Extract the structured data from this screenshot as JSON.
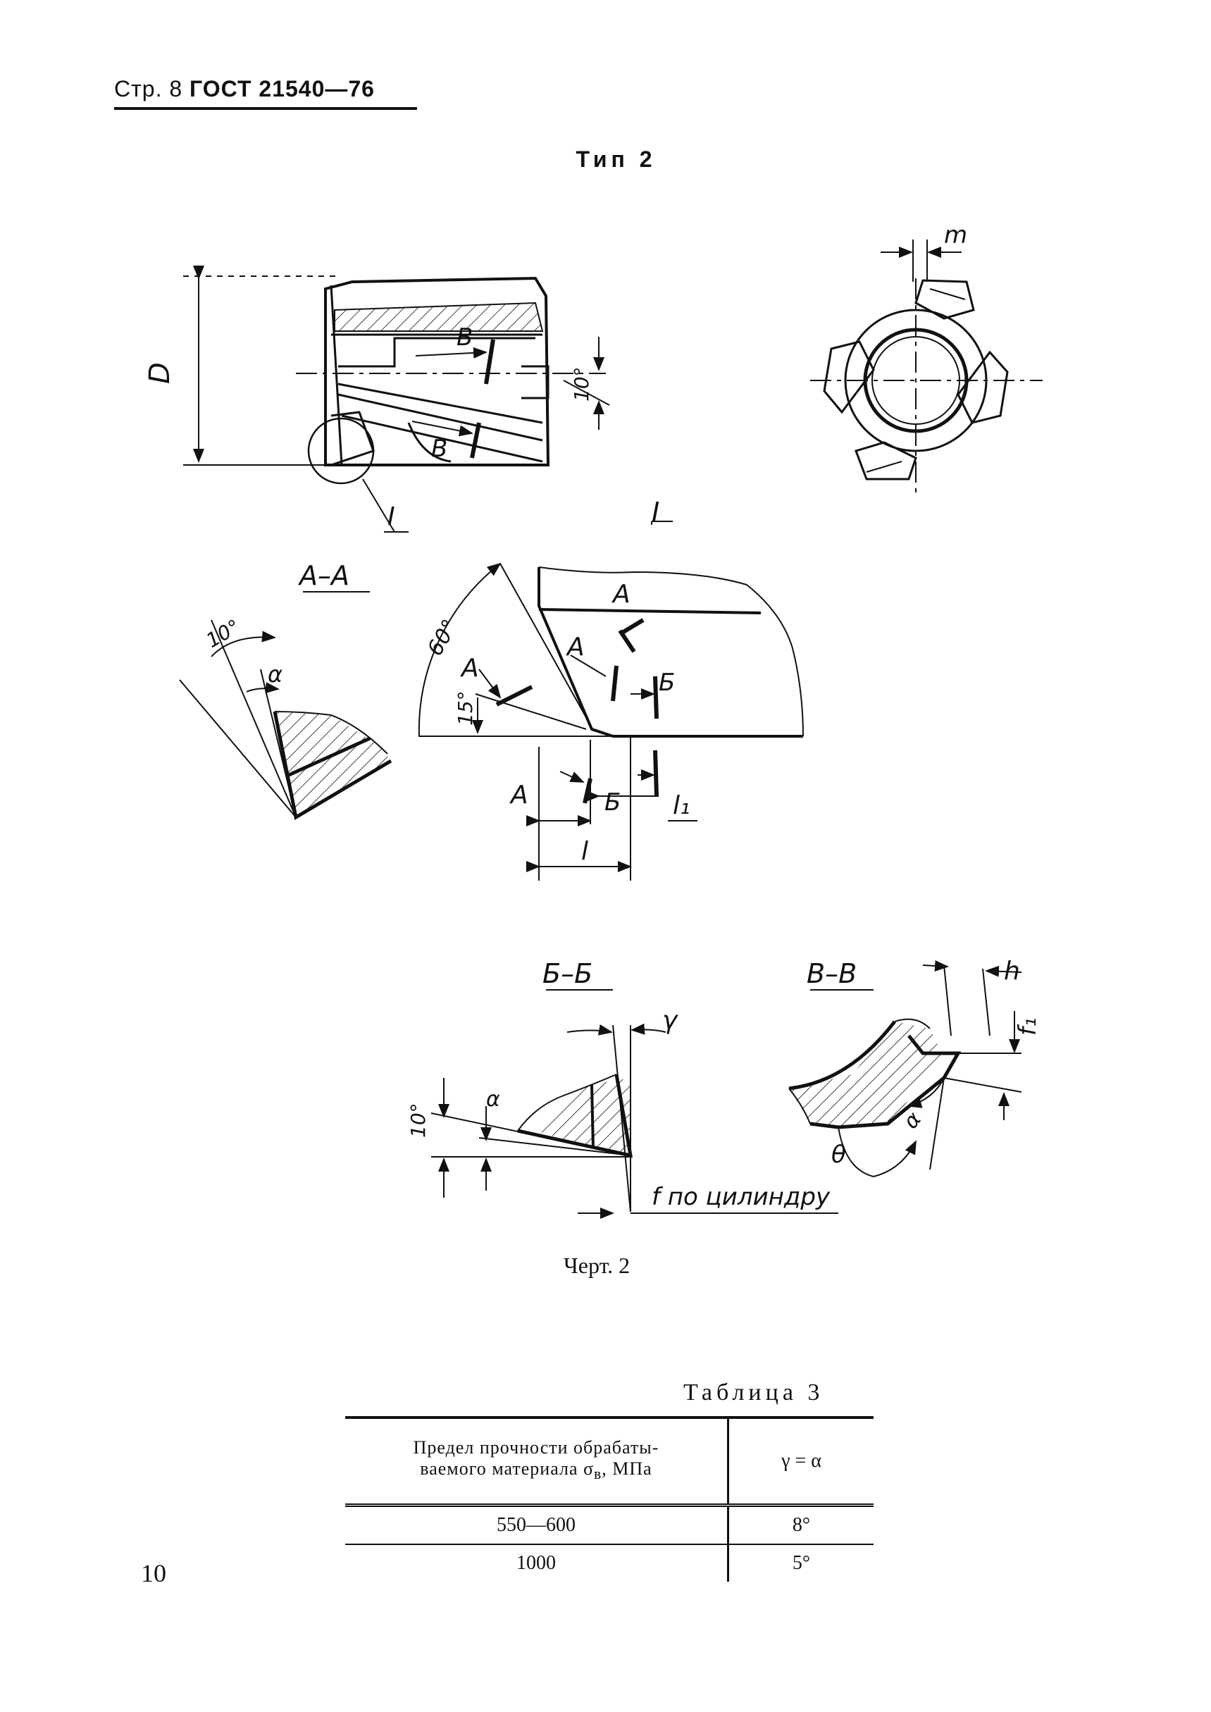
{
  "header": {
    "page_label": "Стр. 8",
    "standard": "ГОСТ 21540—76"
  },
  "type_title": "Тип 2",
  "drawing_labels": {
    "D": "D",
    "m": "m",
    "angle_10": "10°",
    "angle_60": "60°",
    "angle_15": "15°",
    "B": "В",
    "I": "I",
    "A": "А",
    "Bsec": "Б",
    "l": "l",
    "l1": "l₁",
    "alpha": "α",
    "gamma": "γ",
    "theta": "θ",
    "h": "h",
    "f1": "f₁",
    "section_AA": "А–А",
    "section_BB": "Б–Б",
    "section_VV": "В–В",
    "f_cyl": "f по цилиндру"
  },
  "caption": "Черт. 2",
  "table": {
    "label": "Таблица 3",
    "header_line1": "Предел прочности обрабаты-",
    "header_line2": "ваемого материала σ",
    "header_sub": "в",
    "header_unit": ",   МПа",
    "header_right": "γ = α",
    "rows": [
      {
        "strength": "550—600",
        "angle": "8°"
      },
      {
        "strength": "1000",
        "angle": "5°"
      }
    ]
  },
  "page_number": "10"
}
